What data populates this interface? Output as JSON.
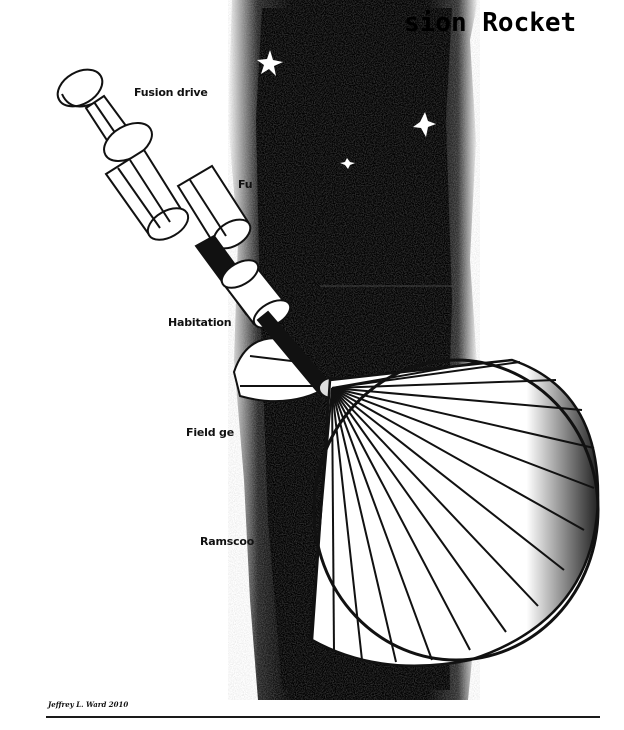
{
  "title": "sion Rocket",
  "labels": {
    "fusion_drive": "Fusion drive",
    "fuel": "Fu",
    "habitation": "Habitation",
    "field_generator": "Field ge",
    "ramscoop": "Ramscoo"
  },
  "credit": "Jeffrey L. Ward 2010",
  "colors": {
    "ink": "#0a0a0a",
    "paper": "#ffffff"
  }
}
